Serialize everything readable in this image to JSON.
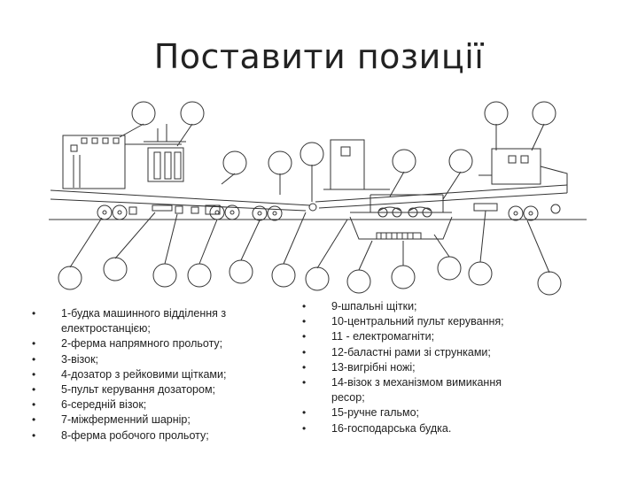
{
  "slide": {
    "title": "Поставити позиції"
  },
  "legend_left": [
    {
      "text": "1-будка машинного відділення з електростанцією;"
    },
    {
      "text": "2-ферма напрямного прольоту;"
    },
    {
      "text": "3-візок;"
    },
    {
      "text": "4-дозатор з рейковими щітками;"
    },
    {
      "text": "5-пульт керування дозатором;"
    },
    {
      "text": "6-середній візок;"
    },
    {
      "text": "7-міжферменний шарнір;"
    },
    {
      "text": "8-ферма робочого прольоту;"
    }
  ],
  "legend_right": [
    {
      "text": "9-шпальні щітки;"
    },
    {
      "text": "10-центральний пульт керування;"
    },
    {
      "text": "11 - електромагніти;"
    },
    {
      "text": "12-баластні рами зі струнками;"
    },
    {
      "text": "13-вигрібні ножі;"
    },
    {
      "text": "14-візок з механізмом вимикання ресор;"
    },
    {
      "text": "15-ручне гальмо;"
    },
    {
      "text": "16-господарська будка."
    }
  ],
  "bullet_glyph": "•",
  "colors": {
    "line": "#333333",
    "text": "#222222",
    "background": "#ffffff"
  }
}
